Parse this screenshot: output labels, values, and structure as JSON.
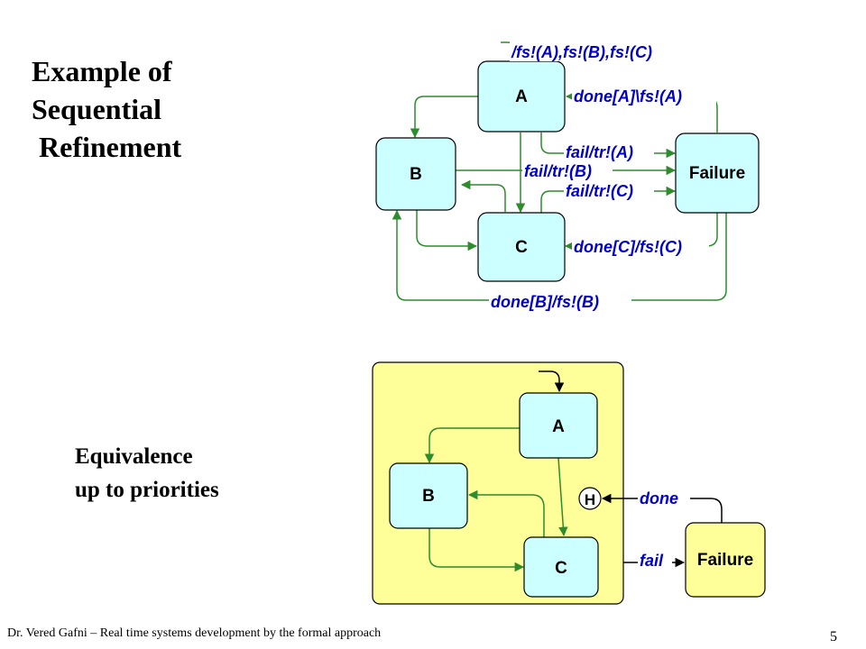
{
  "slide": {
    "title_lines": [
      "Example of",
      "Sequential",
      " Refinement"
    ],
    "subtitle_lines": [
      "Equivalence",
      "up to priorities"
    ],
    "footer": "Dr. Vered Gafni – Real time systems development by the formal approach",
    "page_number": "5"
  },
  "diagram_top": {
    "states": {
      "a": "A",
      "b": "B",
      "c": "C",
      "failure": "Failure"
    },
    "transitions": {
      "init": "/fs!(A),fs!(B),fs!(C)",
      "done_a": "done[A]\\fs!(A)",
      "fail_a": "fail/tr!(A)",
      "fail_b": "fail/tr!(B)",
      "fail_c": "fail/tr!(C)",
      "done_c": "done[C]/fs!(C)",
      "done_b": "done[B]/fs!(B)"
    }
  },
  "diagram_bottom": {
    "states": {
      "a": "A",
      "b": "B",
      "c": "C",
      "failure": "Failure",
      "history": "H"
    },
    "transitions": {
      "done": "done",
      "fail": "fail"
    }
  },
  "colors": {
    "state_fill": "#ccffff",
    "failure_bottom_fill": "#ffff99",
    "container_fill": "#ffff99",
    "arrow_green": "#2e8b2e",
    "label_blue": "#0000cc"
  }
}
